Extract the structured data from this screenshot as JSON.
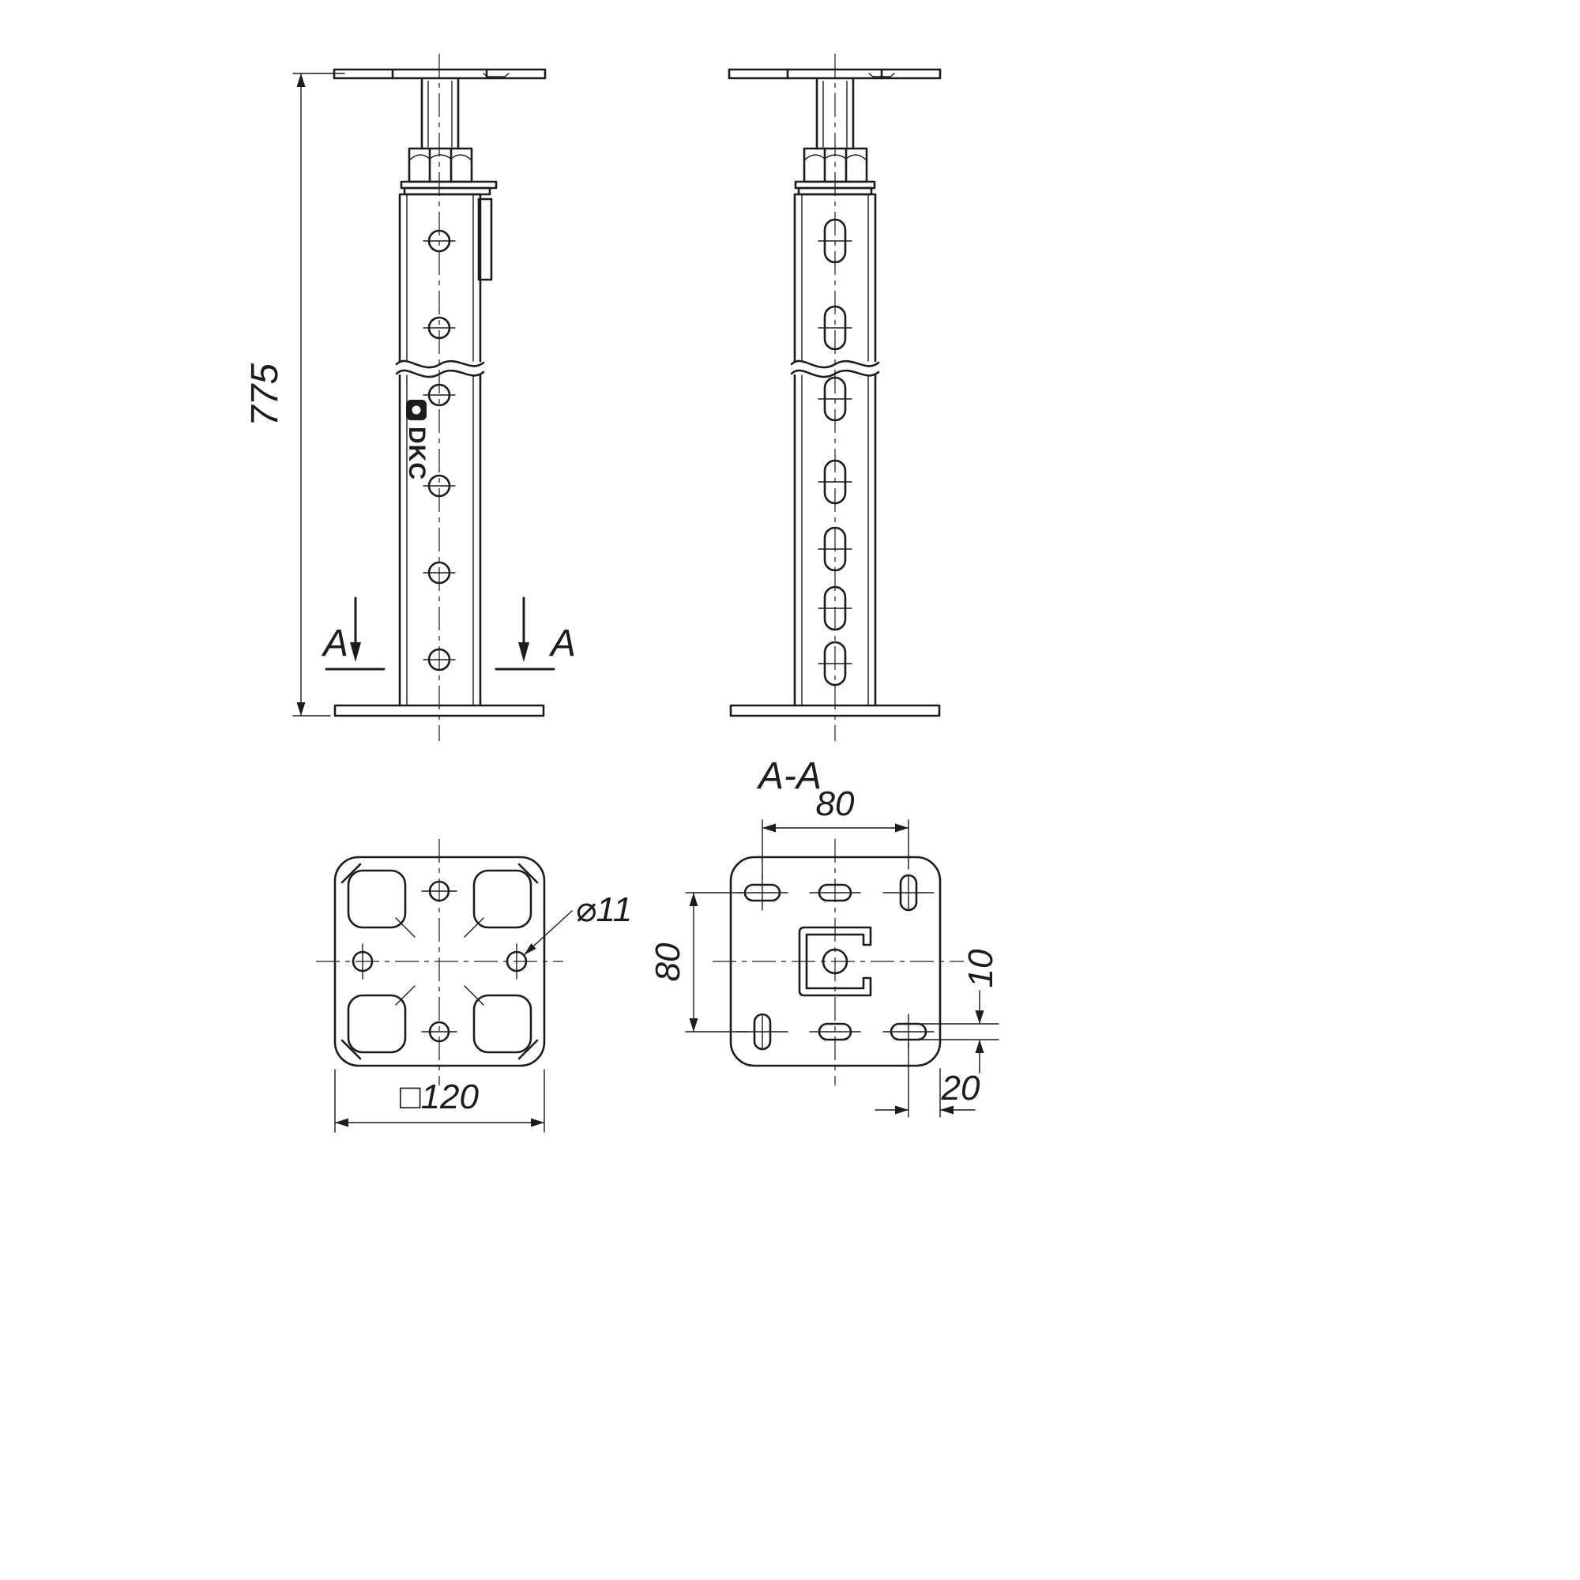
{
  "labels": {
    "brand": "DKC",
    "overall_height": "775",
    "section_mark_left": "A",
    "section_mark_right": "A",
    "section_title": "A-A",
    "hole_diameter": "⌀11",
    "plate_size": "□120",
    "hole_spacing_horizontal": "80",
    "hole_spacing_vertical": "80",
    "slot_width": "10",
    "slot_edge_distance": "20"
  },
  "colors": {
    "line_color": "#1c1c1c",
    "background": "#ffffff"
  }
}
